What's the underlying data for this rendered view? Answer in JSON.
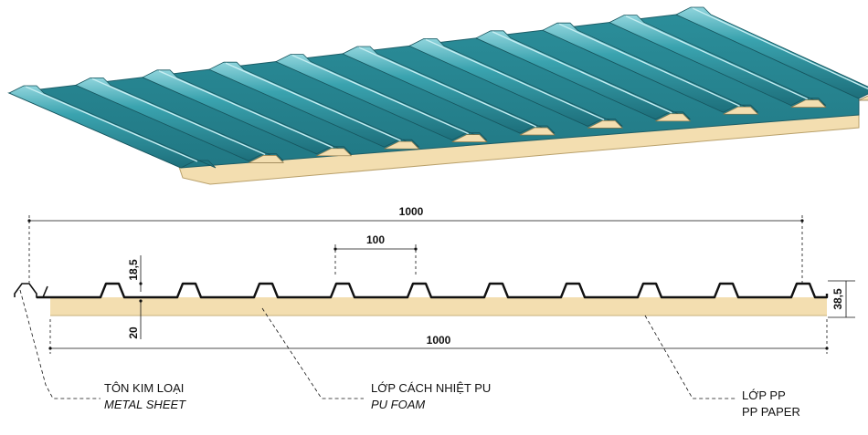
{
  "dimensions": {
    "top_width": "1000",
    "rib_pitch": "100",
    "rib_height": "18,5",
    "total_height": "38,5",
    "foam_thickness": "20",
    "bottom_width": "1000"
  },
  "labels": {
    "metal_sheet_vi": "TÔN KIM LOẠI",
    "metal_sheet_en": "METAL SHEET",
    "pu_foam_vi": "LỚP CÁCH NHIỆT PU",
    "pu_foam_en": "PU FOAM",
    "pp_paper_vi": "LỚP PP",
    "pp_paper_en": "PP PAPER"
  },
  "colors": {
    "metal": "#2a8d9a",
    "metal_light": "#6fc3cd",
    "metal_dark": "#1c6572",
    "foam": "#f3deb0",
    "line": "#111111"
  },
  "icons": [
    "corrugated-panel-illustration"
  ]
}
